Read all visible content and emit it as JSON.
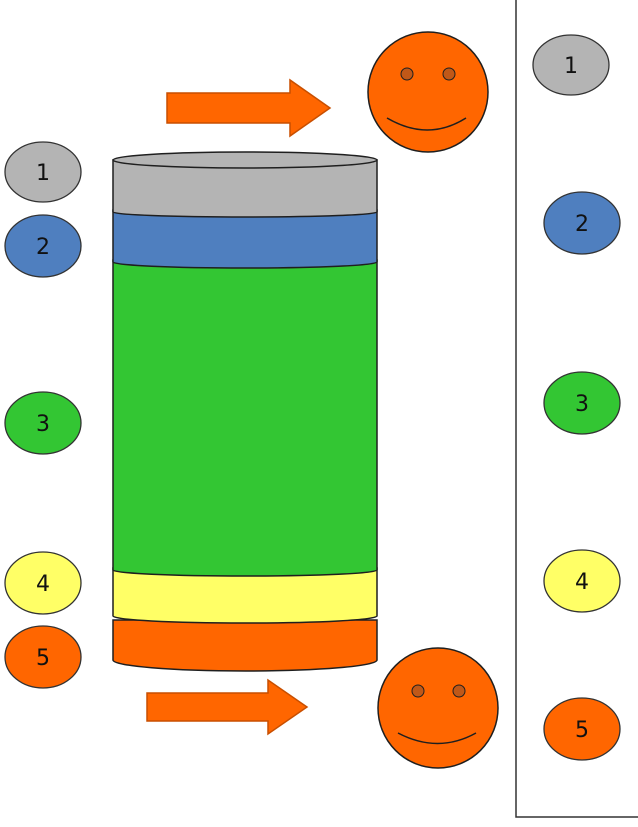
{
  "colors": {
    "gray": "#b4b4b4",
    "blue": "#4f7fbf",
    "green": "#33c633",
    "yellow": "#ffff66",
    "orange": "#ff6600",
    "outline": "#1f1f1f",
    "eye": "#c05818"
  },
  "icons": {
    "arrow": "right-arrow-icon",
    "face": "smiley-face-icon"
  },
  "left_badges": [
    {
      "label": "1",
      "color": "gray"
    },
    {
      "label": "2",
      "color": "blue"
    },
    {
      "label": "3",
      "color": "green"
    },
    {
      "label": "4",
      "color": "yellow"
    },
    {
      "label": "5",
      "color": "orange"
    }
  ],
  "right_badges": [
    {
      "label": "1",
      "color": "gray"
    },
    {
      "label": "2",
      "color": "blue"
    },
    {
      "label": "3",
      "color": "green"
    },
    {
      "label": "4",
      "color": "yellow"
    },
    {
      "label": "5",
      "color": "orange"
    }
  ],
  "column_layers": [
    {
      "layer": "1",
      "color": "gray"
    },
    {
      "layer": "2",
      "color": "blue"
    },
    {
      "layer": "3",
      "color": "green"
    },
    {
      "layer": "4",
      "color": "yellow"
    },
    {
      "layer": "5",
      "color": "orange"
    }
  ]
}
